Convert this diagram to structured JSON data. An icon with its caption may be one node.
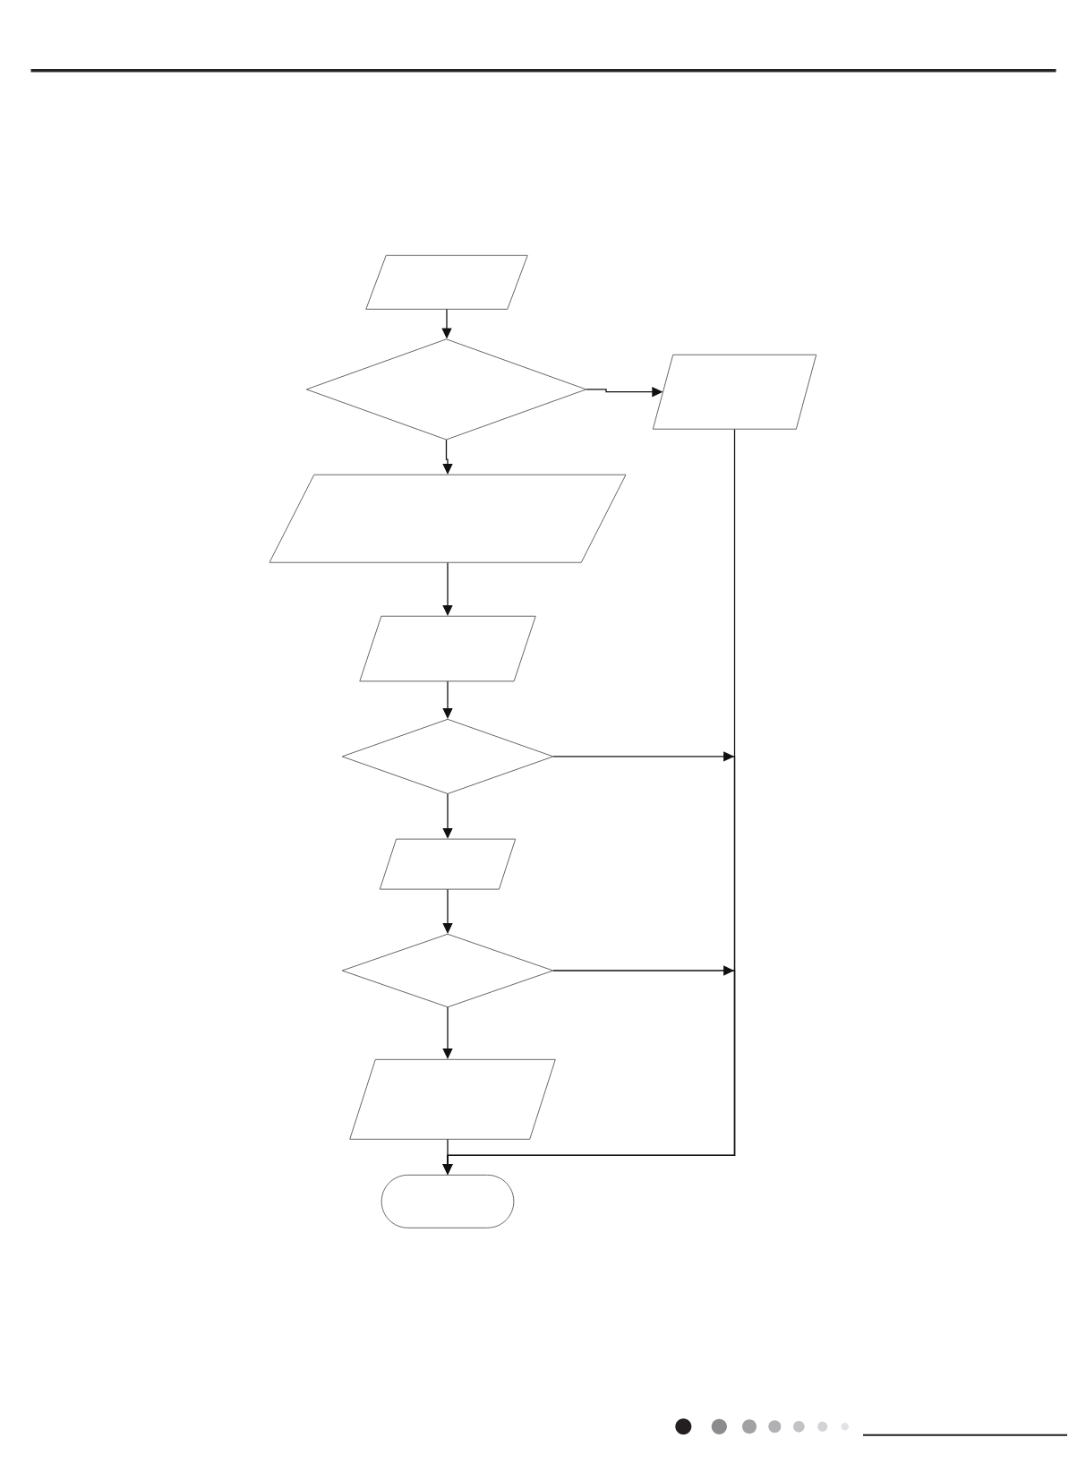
{
  "diagram": {
    "nodes": [
      {
        "text": [],
        "shape": "parallelogram"
      },
      {
        "text": [],
        "shape": "diamond"
      },
      {
        "text": [],
        "shape": "parallelogram"
      },
      {
        "text": [],
        "shape": "parallelogram"
      },
      {
        "text": [],
        "shape": "parallelogram"
      },
      {
        "text": [],
        "shape": "diamond"
      },
      {
        "text": [],
        "shape": "parallelogram"
      },
      {
        "text": [],
        "shape": "diamond"
      },
      {
        "text": [],
        "shape": "parallelogram"
      },
      {
        "text": [],
        "shape": "oval"
      }
    ],
    "edges": [
      {
        "from": 0,
        "to": 1,
        "arrow": "to"
      },
      {
        "from": 1,
        "to": 2,
        "arrow": "to"
      },
      {
        "from": 1,
        "to": 3,
        "arrow": "to"
      },
      {
        "from": 2,
        "to": 9,
        "arrow": "to"
      },
      {
        "from": 3,
        "to": 4,
        "arrow": "to"
      },
      {
        "from": 4,
        "to": 5,
        "arrow": "to"
      },
      {
        "from": 5,
        "to": 9,
        "arrow": "to"
      },
      {
        "from": 5,
        "to": 6,
        "arrow": "to"
      },
      {
        "from": 6,
        "to": 7,
        "arrow": "to"
      },
      {
        "from": 7,
        "to": 9,
        "arrow": "to"
      },
      {
        "from": 7,
        "to": 8,
        "arrow": "to"
      },
      {
        "from": 8,
        "to": 9,
        "arrow": "to"
      }
    ]
  }
}
